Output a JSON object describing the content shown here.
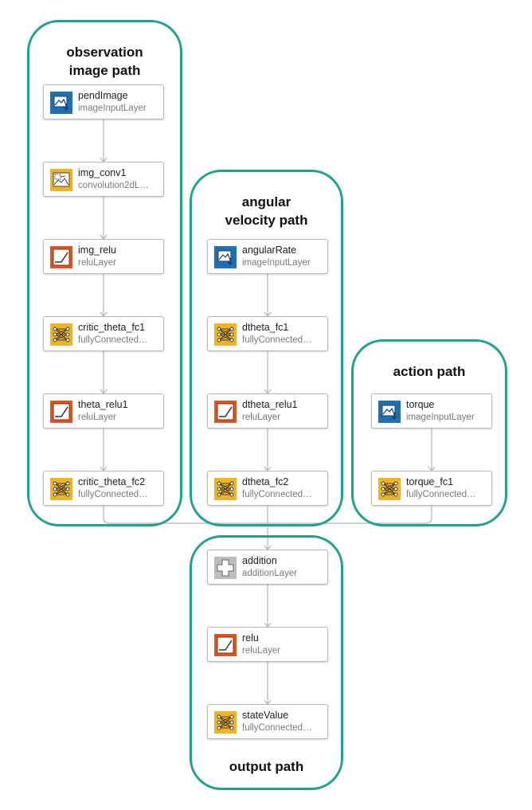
{
  "groups": [
    {
      "id": "observation",
      "title": "observation\nimage path"
    },
    {
      "id": "angular",
      "title": "angular\nvelocity path"
    },
    {
      "id": "action",
      "title": "action path"
    },
    {
      "id": "output",
      "title": "output path"
    }
  ],
  "nodes": {
    "pendImage": {
      "name": "pendImage",
      "type": "imageInputLayer",
      "icon": "image-input-icon"
    },
    "img_conv1": {
      "name": "img_conv1",
      "type": "convolution2dL…",
      "icon": "convolution-icon"
    },
    "img_relu": {
      "name": "img_relu",
      "type": "reluLayer",
      "icon": "relu-icon"
    },
    "critic_theta_fc1": {
      "name": "critic_theta_fc1",
      "type": "fullyConnected…",
      "icon": "fully-connected-icon"
    },
    "theta_relu1": {
      "name": "theta_relu1",
      "type": "reluLayer",
      "icon": "relu-icon"
    },
    "critic_theta_fc2": {
      "name": "critic_theta_fc2",
      "type": "fullyConnected…",
      "icon": "fully-connected-icon"
    },
    "angularRate": {
      "name": "angularRate",
      "type": "imageInputLayer",
      "icon": "image-input-icon"
    },
    "dtheta_fc1": {
      "name": "dtheta_fc1",
      "type": "fullyConnected…",
      "icon": "fully-connected-icon"
    },
    "dtheta_relu1": {
      "name": "dtheta_relu1",
      "type": "reluLayer",
      "icon": "relu-icon"
    },
    "dtheta_fc2": {
      "name": "dtheta_fc2",
      "type": "fullyConnected…",
      "icon": "fully-connected-icon"
    },
    "torque": {
      "name": "torque",
      "type": "imageInputLayer",
      "icon": "image-input-icon"
    },
    "torque_fc1": {
      "name": "torque_fc1",
      "type": "fullyConnected…",
      "icon": "fully-connected-icon"
    },
    "addition": {
      "name": "addition",
      "type": "additionLayer",
      "icon": "addition-icon"
    },
    "relu": {
      "name": "relu",
      "type": "reluLayer",
      "icon": "relu-icon"
    },
    "stateValue": {
      "name": "stateValue",
      "type": "fullyConnected…",
      "icon": "fully-connected-icon"
    }
  },
  "colors": {
    "group_border": "#1fa38a",
    "image_input": "#1f6fb5",
    "convolution": "#f0b323",
    "relu": "#d9541e",
    "fully_connected": "#f0b323",
    "addition": "#bdbdbd",
    "edge": "#b3b3b3"
  }
}
